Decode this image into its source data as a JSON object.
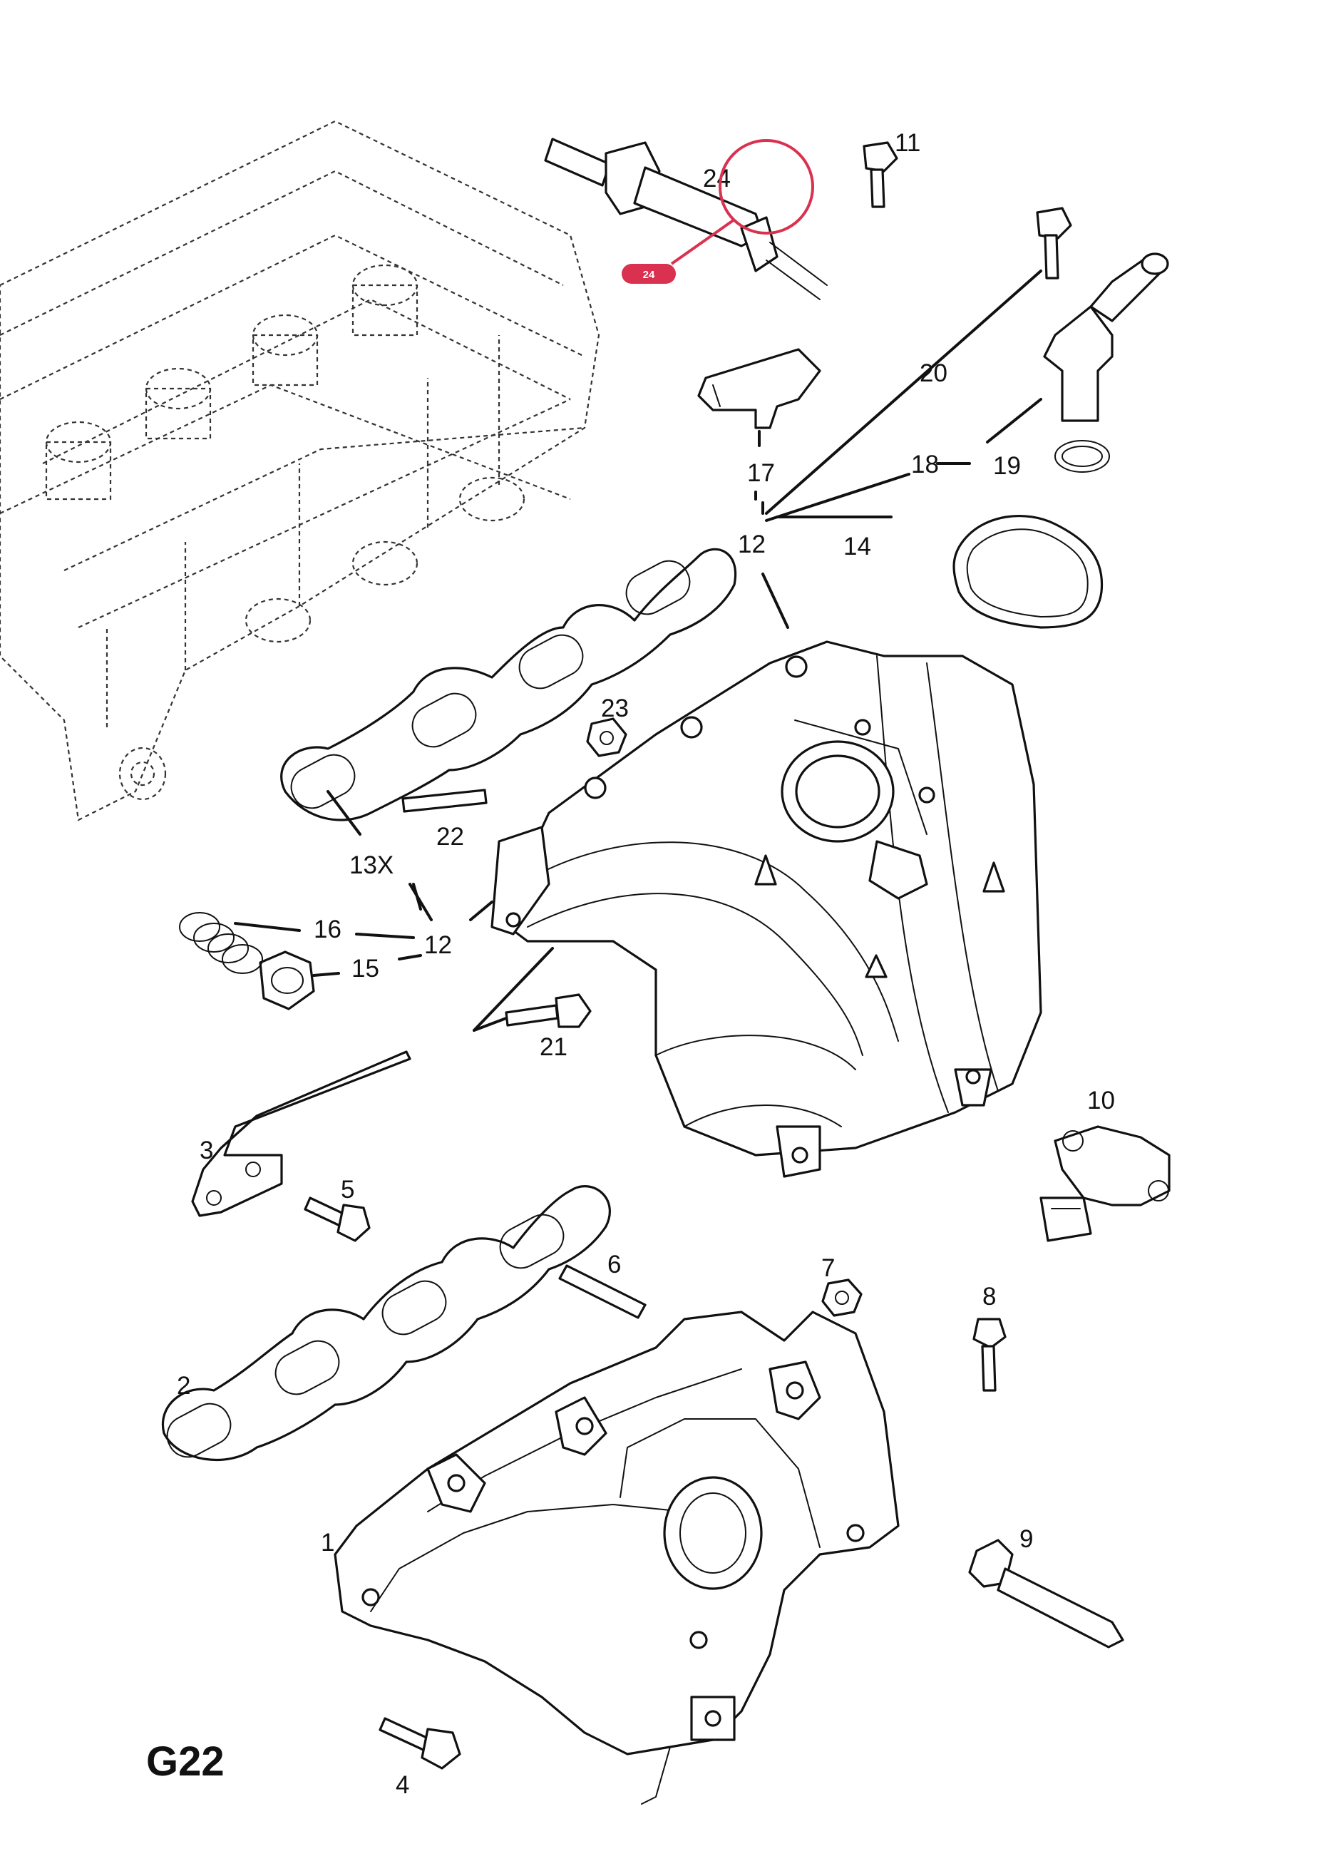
{
  "diagram": {
    "code": "G22",
    "callouts": [
      "1",
      "2",
      "3",
      "4",
      "5",
      "6",
      "7",
      "8",
      "9",
      "10",
      "11",
      "12",
      "12",
      "13X",
      "14",
      "15",
      "16",
      "17",
      "18",
      "19",
      "20",
      "21",
      "22",
      "23",
      "24"
    ],
    "highlight": {
      "badge": "24"
    },
    "colors": {
      "line": "#111111",
      "highlight": "#d9314f",
      "background": "#ffffff"
    }
  }
}
